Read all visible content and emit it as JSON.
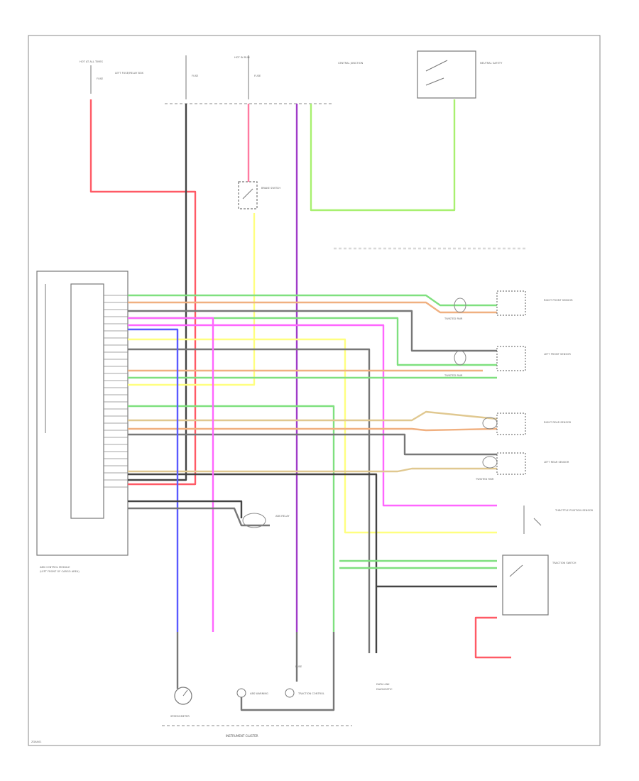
{
  "colors": {
    "red": "#ff5a66",
    "pink": "#ff7aa0",
    "magenta": "#ff66ff",
    "purple": "#a03cc8",
    "blue": "#5a5aff",
    "green": "#7fe07f",
    "lime": "#a8f070",
    "yellow": "#ffff80",
    "tan": "#e0c890",
    "orange": "#f0b080",
    "gray": "#777777",
    "darkgray": "#444444",
    "white": "#d8d8d8"
  },
  "labels": {
    "hot_at_all_times": "HOT AT ALL TIMES",
    "hot_in_run": "HOT IN RUN",
    "fuse_a": "FUSE",
    "fuse_b": "FUSE",
    "fuse_c": "FUSE",
    "fuse_d": "FUSE",
    "left_fuse_relay_box": "LEFT FUSE/RELAY BOX",
    "central_junction": "CENTRAL JUNCTION",
    "brake_switch": "BRAKE SWITCH",
    "neutral_safety": "NEUTRAL SAFETY",
    "tps": "THROTTLE POSITION SENSOR",
    "twisted_pair_a": "TWISTED PAIR",
    "twisted_pair_b": "TWISTED PAIR",
    "twisted_pair_c": "TWISTED PAIR",
    "rf_sensor": "RIGHT FRONT SENSOR",
    "lf_sensor": "LEFT FRONT SENSOR",
    "rr_sensor": "RIGHT REAR SENSOR",
    "lr_sensor": "LEFT REAR SENSOR",
    "abs_module": "ABS CONTROL MODULE",
    "abs_module_sub": "(LEFT FRONT OF CARGO AREA)",
    "abs_relay": "ABS RELAY",
    "speedometer": "SPEEDOMETER",
    "abs_warning": "ABS WARNING",
    "trac_warning": "TRACTION CONTROL",
    "trac_switch": "TRACTION SWITCH",
    "instrument_cluster": "INSTRUMENT CLUSTER",
    "data_link": "DATA LINK",
    "diagnostic": "DIAGNOSTIC",
    "fig_id": "ZG6A01"
  }
}
